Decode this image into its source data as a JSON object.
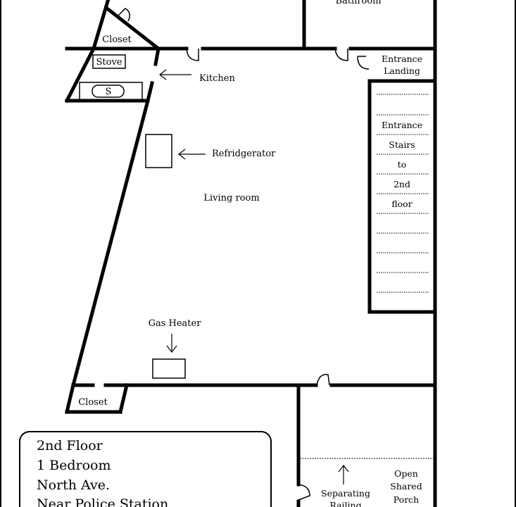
{
  "rooms": {
    "bathroom": "Bathroom",
    "closet_top": "Closet",
    "stove": "Stove",
    "sink": "S",
    "kitchen": "Kitchen",
    "entrance_landing": [
      "Entrance",
      "Landing"
    ],
    "refrigerator": "Refridgerator",
    "living_room": "Living room",
    "gas_heater": "Gas Heater",
    "closet_bottom": "Closet",
    "separating_railing": [
      "Separating",
      "Railing"
    ],
    "open_shared_porch": [
      "Open",
      "Shared",
      "Porch"
    ]
  },
  "stairs_label": [
    "Entrance",
    "Stairs",
    "to",
    "2nd",
    "floor"
  ],
  "info_box": {
    "lines": [
      "2nd Floor",
      "1 Bedroom",
      "North Ave.",
      "Near Police Station"
    ]
  },
  "colors": {
    "line": "#000000",
    "background": "#ffffff"
  }
}
